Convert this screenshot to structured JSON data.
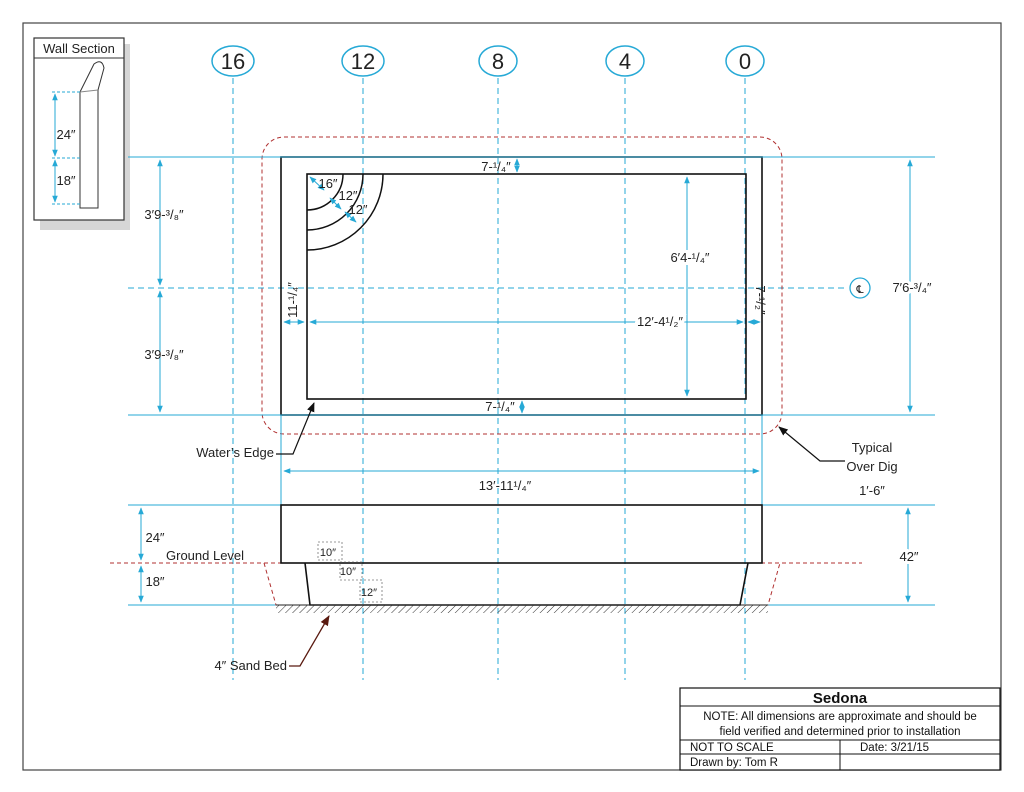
{
  "wall_section": {
    "title": "Wall Section",
    "upper": "24″",
    "lower": "18″"
  },
  "grid_labels": [
    "16",
    "12",
    "8",
    "4",
    "0"
  ],
  "centerline_symbol": "℄",
  "plan": {
    "width_left_upper": "3′9-³/₈″",
    "width_left_lower": "3′9-³/₈″",
    "top_bench": "7-¹/₄″",
    "bottom_bench": "7-¹/₄″",
    "step_16": "16″",
    "step_12a": "12″",
    "step_12b": "12″",
    "inner_width": "6′4-¹/₄″",
    "left_bench": "11-¹/₄″",
    "right_bench": "7-¹/₂″",
    "inner_length": "12′-4¹/₂″",
    "overall_width": "7′6-³/₄″",
    "overall_length": "13′-11¹/₄″"
  },
  "callouts": {
    "waters_edge": "Water’s Edge",
    "over_dig_1": "Typical",
    "over_dig_2": "Over Dig",
    "over_dig_3": "1′-6″",
    "sand_bed": "4″ Sand Bed",
    "ground_level": "Ground Level"
  },
  "elevation": {
    "upper": "24″",
    "lower": "18″",
    "total": "42″",
    "step1": "10″",
    "step2": "10″",
    "step3": "12″"
  },
  "title_block": {
    "name": "Sedona",
    "note_1": "NOTE: All dimensions are approximate and should be",
    "note_2": "field verified and determined prior to installation",
    "scale": "NOT TO SCALE",
    "date": "Date: 3/21/15",
    "drawn_by": "Drawn by: Tom R"
  }
}
